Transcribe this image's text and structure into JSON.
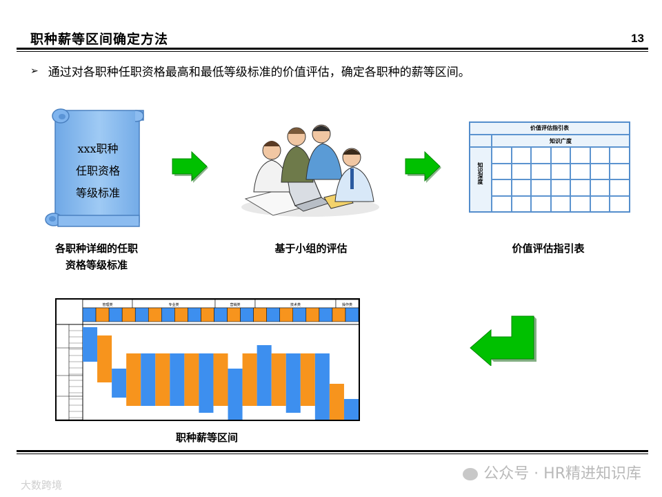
{
  "slide": {
    "title": "职种薪等区间确定方法",
    "page_number": "13",
    "bullet": "通过对各职种任职资格最高和最低等级标准的价值评估，确定各职种的薪等区间。"
  },
  "step1": {
    "scroll_lines": [
      "xxx职种",
      "任职资格",
      "等级标准"
    ],
    "caption_lines": [
      "各职种详细的任职",
      "资格等级标准"
    ]
  },
  "step2": {
    "caption": "基于小组的评估"
  },
  "step3": {
    "table_title": "价值评估指引表",
    "table_subheader": "知识广度",
    "table_side": "知识深度",
    "caption": "价值评估指引表"
  },
  "step4": {
    "caption": "职种薪等区间",
    "header_groups": [
      "管理类",
      "专业类",
      "营销类",
      "技术类",
      "操作类"
    ]
  },
  "colors": {
    "arrow_green": "#00c000",
    "bar_blue": "#3d8fef",
    "bar_orange": "#f7941d",
    "scroll_blue": "#8fbef0"
  },
  "watermark": {
    "text": "公众号 · HR精进知识库",
    "left_text": "大数跨境"
  }
}
